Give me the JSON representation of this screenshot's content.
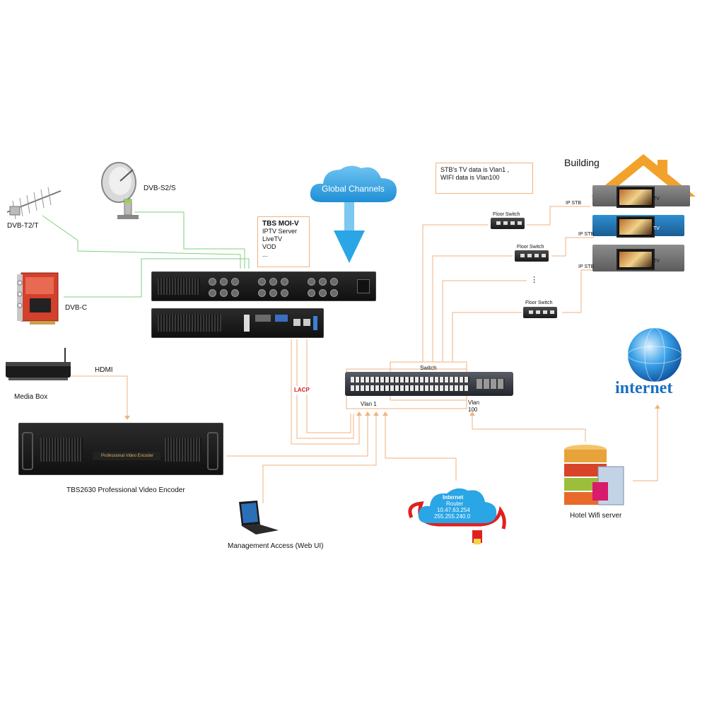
{
  "diagram": {
    "sources": {
      "dvbt": "DVB-T2/T",
      "dvbs": "DVB-S2/S",
      "dvbc": "DVB-C",
      "media_box": "Media Box",
      "hdmi": "HDMI"
    },
    "server_note": {
      "title": "TBS MOI-V",
      "lines": [
        "IPTV Server",
        "LiveTV",
        "VOD",
        "..."
      ]
    },
    "cloud_label": "Global Channels",
    "lacp": "LACP",
    "encoder_label": "TBS2630 Professional Video Encoder",
    "encoder_badge": "Professional Video Encoder",
    "switch": {
      "label": "Switch",
      "vlan1": "Vlan 1",
      "vlan100_a": "Vlan",
      "vlan100_b": "100"
    },
    "stb_note": [
      "STB's TV data is Vlan1 ,",
      "WIFI data is Vlan100"
    ],
    "building": {
      "title": "Building",
      "ip_stb": [
        "IP STB",
        "IP STB",
        "IP STB"
      ],
      "tv": [
        "TV",
        "TV",
        "TV"
      ]
    },
    "floor_switches": [
      "Floor Switch",
      "Floor Switch",
      "Floor Switch"
    ],
    "dots": "⋮",
    "internet_word": "internet",
    "router": {
      "title": "Internet",
      "sub": "Router",
      "ip": "10.47.63.254",
      "mask": "255.255.240.0"
    },
    "wifi_server": "Hotel Wifi server",
    "management": "Management Access (Web UI)"
  },
  "colors": {
    "green_wire": "#7fcf7f",
    "orange_wire": "#f2b27e",
    "cloud_blue": "#2aa5e6",
    "lacp_red": "#cc2222",
    "roof_orange": "#f2a22a"
  }
}
